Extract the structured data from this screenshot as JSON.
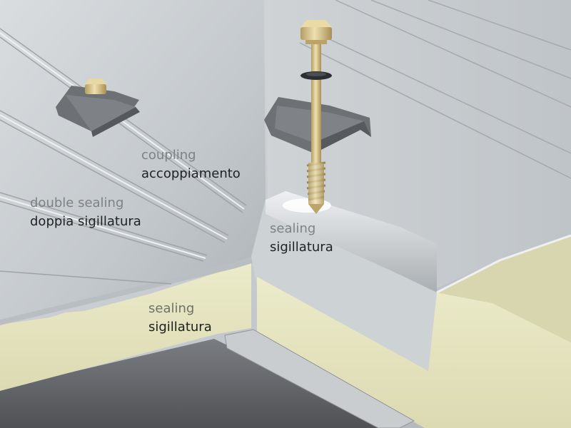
{
  "labels": {
    "coupling": {
      "en": "coupling",
      "it": "accoppiamento"
    },
    "double_sealing": {
      "en": "double sealing",
      "it": "doppia sigillatura"
    },
    "sealing_top": {
      "en": "sealing",
      "it": "sigillatura"
    },
    "sealing_bottom": {
      "en": "sealing",
      "it": "sigillatura"
    }
  },
  "colors": {
    "metal": "#c6cbcf",
    "metal_light": "#dde1e4",
    "metal_dark": "#9aa0a5",
    "foam": "#e6e6c2",
    "bolt_brass": "#d8c48a",
    "bracket": "#6d7175",
    "floor": "#5e6064"
  }
}
